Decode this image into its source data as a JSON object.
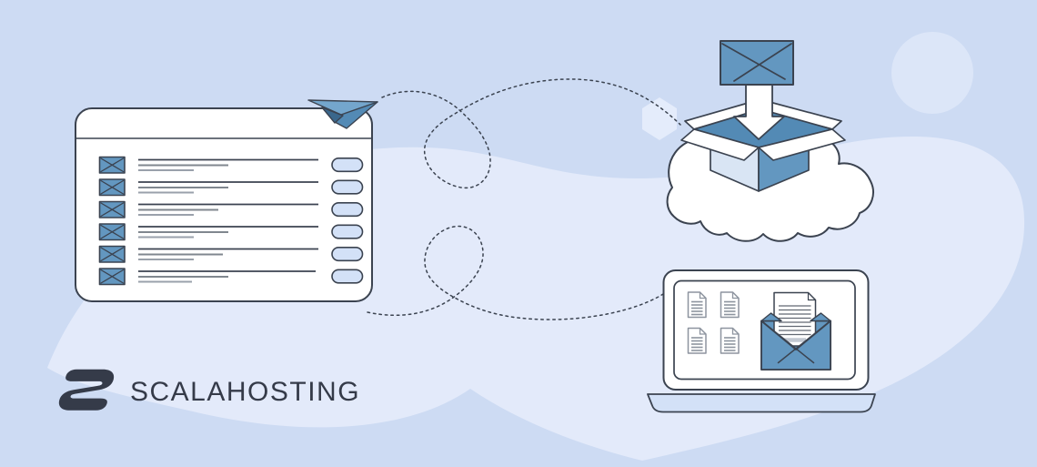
{
  "page": {
    "type": "marketing-illustration-banner",
    "alt": "Emails from an inbox are sent by paper plane to a cloud mailbox and delivered to a laptop"
  },
  "brand": {
    "name": "SCALAHOSTING"
  },
  "colors": {
    "bg": "#cddbf3",
    "blob": "#e3eafa",
    "bubble": "#dce6f8",
    "hex": "#e8eefc",
    "outline": "#3b4350",
    "steel": "#6397c0",
    "steel_dark": "#538ab5",
    "steel_light": "#74a6cd",
    "panel": "#ffffff",
    "pill": "#d3e1f7",
    "face_light": "#d9e5f4",
    "line_dark": "#3b4350",
    "line_mid": "#80878f",
    "line_gray": "#9aa1ab",
    "doc_gray": "#8d949f",
    "logo": "#353b49"
  },
  "illustration": {
    "inbox_window": {
      "rows": 6,
      "row_icon": "envelope-icon",
      "row_action": "pill-button"
    },
    "paper_plane": "paper-plane-icon",
    "cloud_upload": {
      "parts": [
        "incoming-envelope-icon",
        "down-arrow-icon",
        "open-box-icon",
        "cloud-icon"
      ]
    },
    "laptop": {
      "documents": 4,
      "parts": [
        "document-icon",
        "open-envelope-letter-icon"
      ]
    },
    "connectors": [
      "dotted-curve-plane-to-cloud",
      "dotted-curve-inbox-to-laptop"
    ]
  }
}
